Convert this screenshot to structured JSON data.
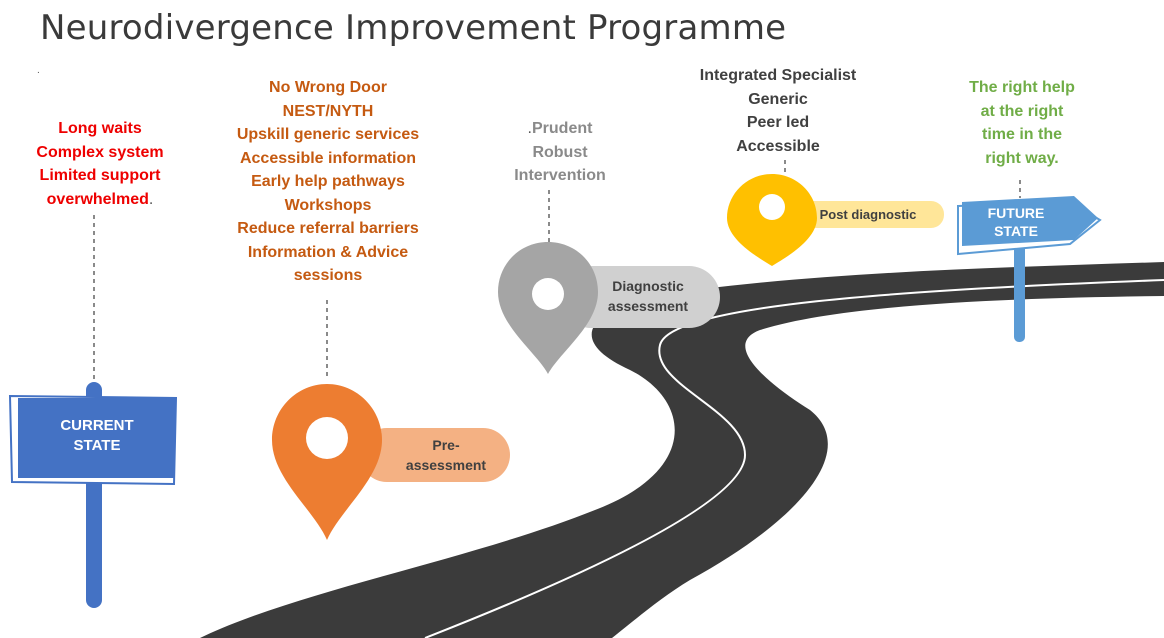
{
  "title": "Neurodivergence Improvement Programme",
  "title_dot": ".",
  "current_state": {
    "sign_lines": [
      "CURRENT",
      "STATE"
    ],
    "problems": [
      "Long waits",
      "Complex system",
      "Limited support",
      "overwhelmed"
    ],
    "trailing_dot": "."
  },
  "pre_assessment": {
    "label_lines": [
      "Pre-",
      "assessment"
    ],
    "items": [
      "No Wrong Door",
      "NEST/NYTH",
      "Upskill generic services",
      "Accessible information",
      "Early help pathways",
      "Workshops",
      "Reduce referral barriers",
      "Information & Advice",
      "sessions"
    ]
  },
  "diagnostic": {
    "label_lines": [
      "Diagnostic",
      "assessment"
    ],
    "items": [
      "Prudent",
      "Robust",
      "Intervention"
    ],
    "leading_dot": "."
  },
  "post_diagnostic": {
    "label": "Post diagnostic",
    "items": [
      "Integrated Specialist",
      "Generic",
      "Peer led",
      "Accessible"
    ]
  },
  "future_state": {
    "sign_lines": [
      "FUTURE",
      "STATE"
    ],
    "outcome": [
      "The right help",
      "at the right",
      "time in the",
      "right way."
    ]
  },
  "colors": {
    "road": "#3b3b3b",
    "road_line": "#ffffff",
    "current_sign": "#4472c4",
    "future_sign": "#5b9bd5",
    "pre_pin": "#ed7d31",
    "pre_pill": "#f4b183",
    "diag_pin": "#a5a5a5",
    "diag_pill": "#d0d0d0",
    "post_pin": "#ffc000",
    "post_pill": "#ffe699",
    "red_text": "#ee0000",
    "orange_text": "#c55a11",
    "green_text": "#70ad47"
  }
}
